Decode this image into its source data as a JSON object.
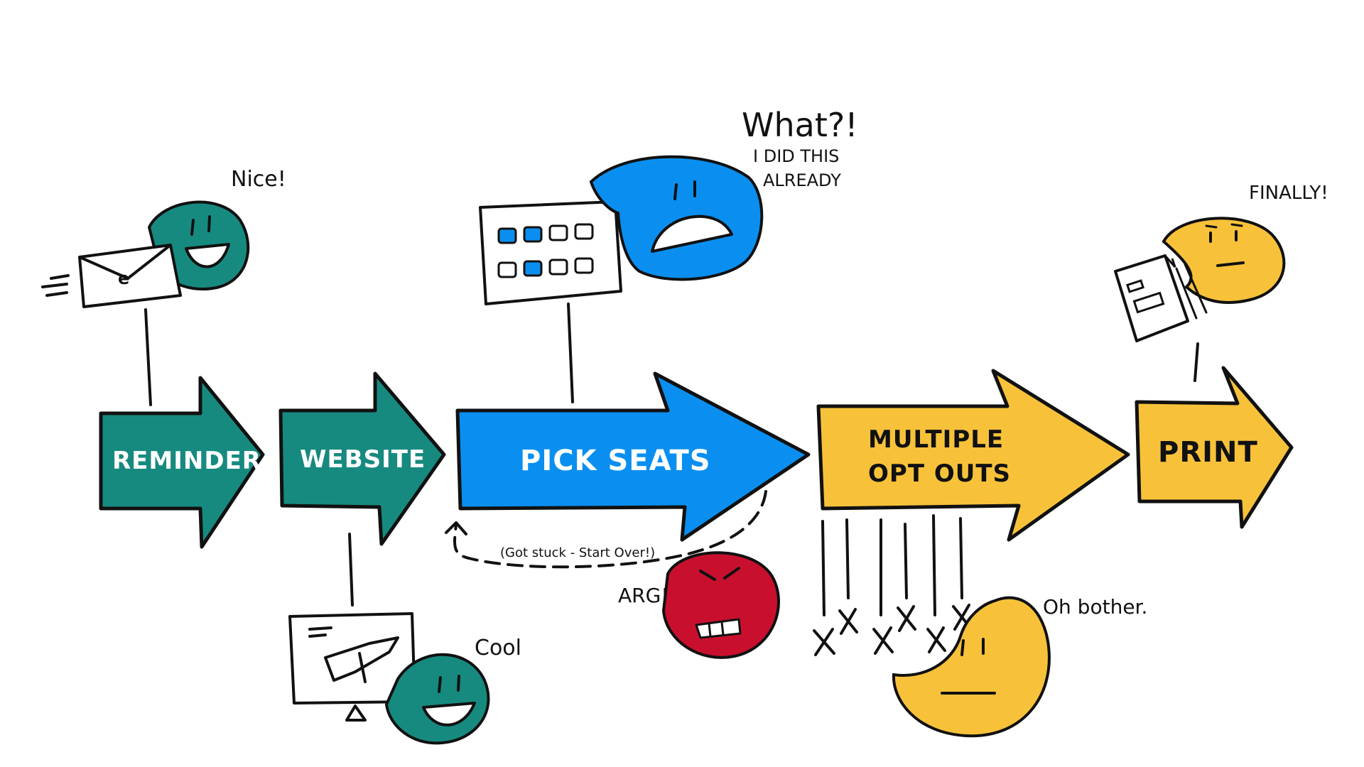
{
  "stages": [
    {
      "label": "REMINDER",
      "color": "#178a80"
    },
    {
      "label": "WEBSITE",
      "color": "#178a80"
    },
    {
      "label": "PICK SEATS",
      "color": "#0a8ff0"
    },
    {
      "label_line1": "MULTIPLE",
      "label_line2": "OPT OUTS",
      "color": "#f7c23a"
    },
    {
      "label": "PRINT",
      "color": "#f7c23a"
    }
  ],
  "reactions": {
    "reminder": {
      "text": "Nice!",
      "mood": "happy",
      "color": "#178a80",
      "icon": "envelope-icon"
    },
    "website": {
      "text": "Cool",
      "mood": "happy",
      "color": "#178a80",
      "icon": "monitor-icon"
    },
    "pick_seats": {
      "text_line1": "What?!",
      "text_line2": "I DID THIS",
      "text_line3": "ALREADY",
      "mood": "upset",
      "color": "#0a8ff0",
      "icon": "seat-map-icon"
    },
    "stuck": {
      "text": "ARG!",
      "mood": "angry",
      "color": "#c8102e",
      "loop_note": "(Got stuck - Start Over!)"
    },
    "opt_outs": {
      "text": "Oh bother.",
      "mood": "neutral",
      "color": "#f7c23a"
    },
    "print": {
      "text": "FINALLY!",
      "mood": "tired",
      "color": "#f7c23a",
      "icon": "document-icon"
    }
  },
  "colors": {
    "outline": "#111111",
    "background": "#ffffff"
  }
}
